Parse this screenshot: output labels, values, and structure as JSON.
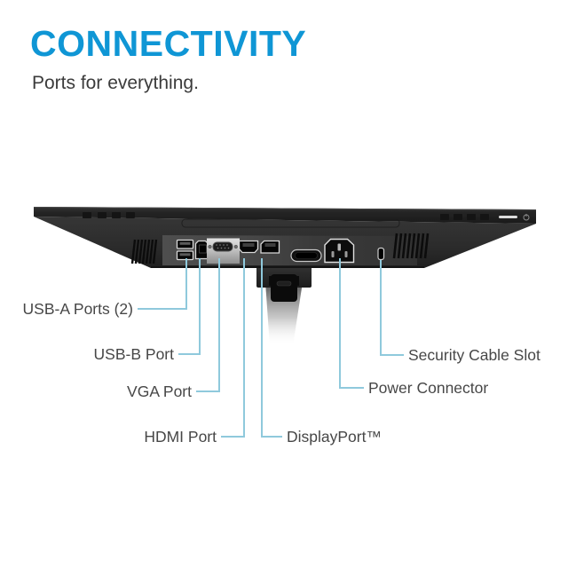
{
  "header": {
    "title": "CONNECTIVITY",
    "subtitle": "Ports for everything."
  },
  "colors": {
    "title_blue": "#0f96d5",
    "subtitle_gray": "#3b3b3b",
    "label_gray": "#474747",
    "leader_line_blue": "#8fc9dc",
    "monitor_dark": "#232323",
    "background": "#ffffff"
  },
  "diagram": {
    "labels": {
      "usb_a": "USB-A Ports (2)",
      "usb_b": "USB-B Port",
      "vga": "VGA Port",
      "hdmi": "HDMI Port",
      "displayport": "DisplayPort™",
      "power": "Power Connector",
      "security": "Security Cable Slot"
    }
  }
}
